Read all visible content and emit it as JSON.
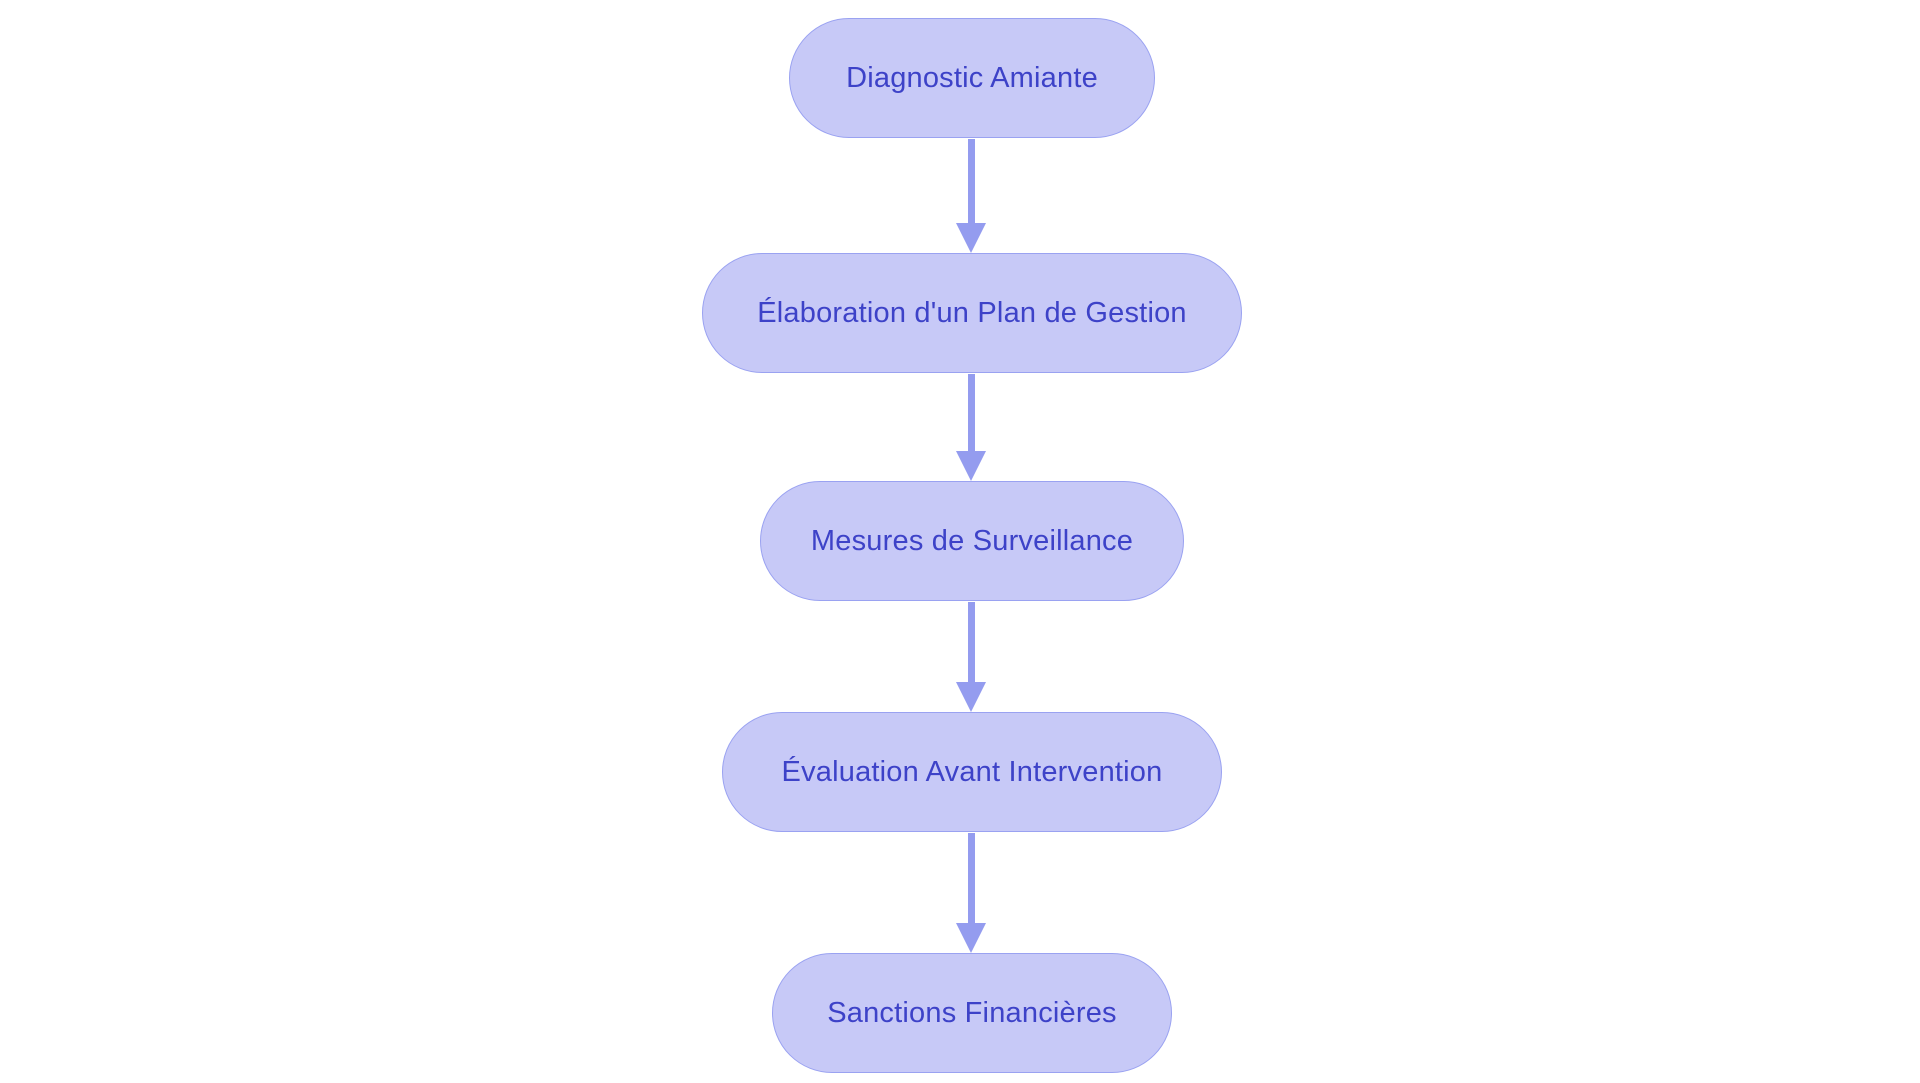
{
  "diagram": {
    "type": "flowchart",
    "direction": "top-down",
    "nodes": [
      {
        "id": "n1",
        "label": "Diagnostic Amiante"
      },
      {
        "id": "n2",
        "label": "Élaboration d'un Plan de Gestion"
      },
      {
        "id": "n3",
        "label": "Mesures de Surveillance"
      },
      {
        "id": "n4",
        "label": "Évaluation Avant Intervention"
      },
      {
        "id": "n5",
        "label": "Sanctions Financières"
      }
    ],
    "edges": [
      {
        "from": "n1",
        "to": "n2"
      },
      {
        "from": "n2",
        "to": "n3"
      },
      {
        "from": "n3",
        "to": "n4"
      },
      {
        "from": "n4",
        "to": "n5"
      }
    ],
    "colors": {
      "background": "#ffffff",
      "node_fill": "#c7c9f7",
      "node_border": "#9aa2f1",
      "node_text": "#3d42c8",
      "arrow": "#949cef"
    }
  }
}
